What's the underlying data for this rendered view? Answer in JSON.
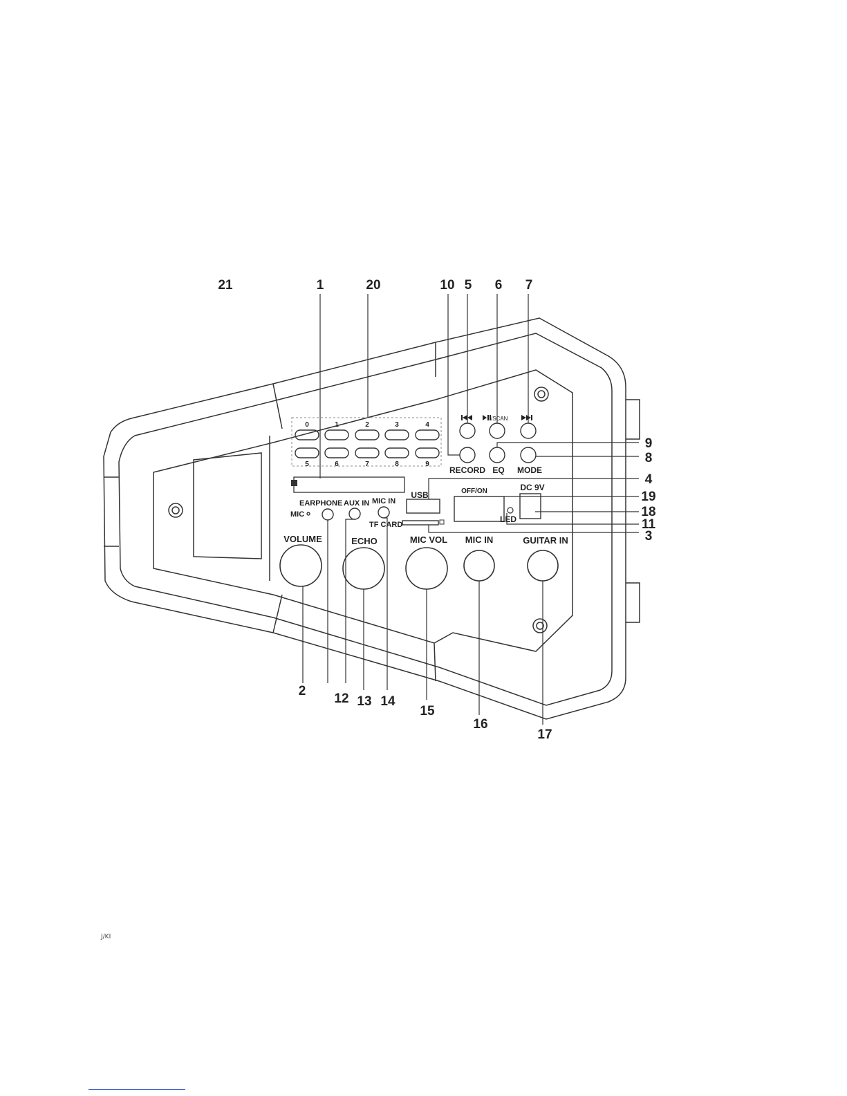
{
  "callouts": [
    "21",
    "1",
    "20",
    "10",
    "5",
    "6",
    "7",
    "9",
    "8",
    "4",
    "19",
    "18",
    "11",
    "3",
    "2",
    "12",
    "13",
    "14",
    "15",
    "16",
    "17"
  ],
  "keypad": {
    "top_row": [
      "0",
      "1",
      "2",
      "3",
      "4"
    ],
    "bottom_row": [
      "5",
      "6",
      "7",
      "8",
      "9"
    ]
  },
  "transport": {
    "prev_icon": "skip-previous-icon",
    "play_icon": "play-pause-icon",
    "play_suffix": "/SCAN",
    "next_icon": "skip-next-icon"
  },
  "labels": {
    "record": "RECORD",
    "eq": "EQ",
    "mode": "MODE",
    "usb": "USB",
    "offon": "OFF/ON",
    "dc": "DC 9V",
    "led": "LED",
    "earphone": "EARPHONE",
    "aux_in": "AUX IN",
    "mic_in_small": "MIC IN",
    "tf_card": "TF CARD",
    "mic": "MIC",
    "volume": "VOLUME",
    "echo": "ECHO",
    "mic_vol": "MIC VOL",
    "mic_in": "MIC IN",
    "guitar_in": "GUITAR IN"
  },
  "footer_mark": "J/KI",
  "colors": {
    "line": "#333333",
    "link_rule": "#3a5ccc"
  }
}
